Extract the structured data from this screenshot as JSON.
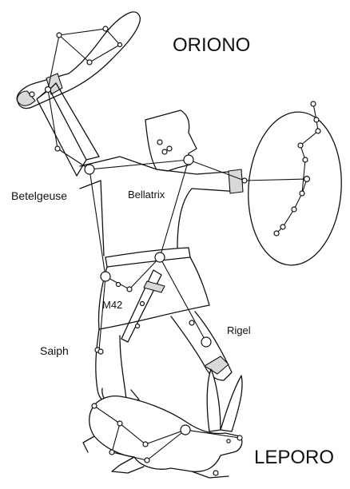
{
  "labels": {
    "constellation_main": "ORIONO",
    "constellation_second": "LEPORO",
    "betelgeuse": "Betelgeuse",
    "bellatrix": "Bellatrix",
    "m42": "M42",
    "rigel": "Rigel",
    "saiph": "Saiph"
  },
  "colors": {
    "ink": "#111111",
    "shade": "#d9d9d9",
    "background": "#ffffff"
  }
}
